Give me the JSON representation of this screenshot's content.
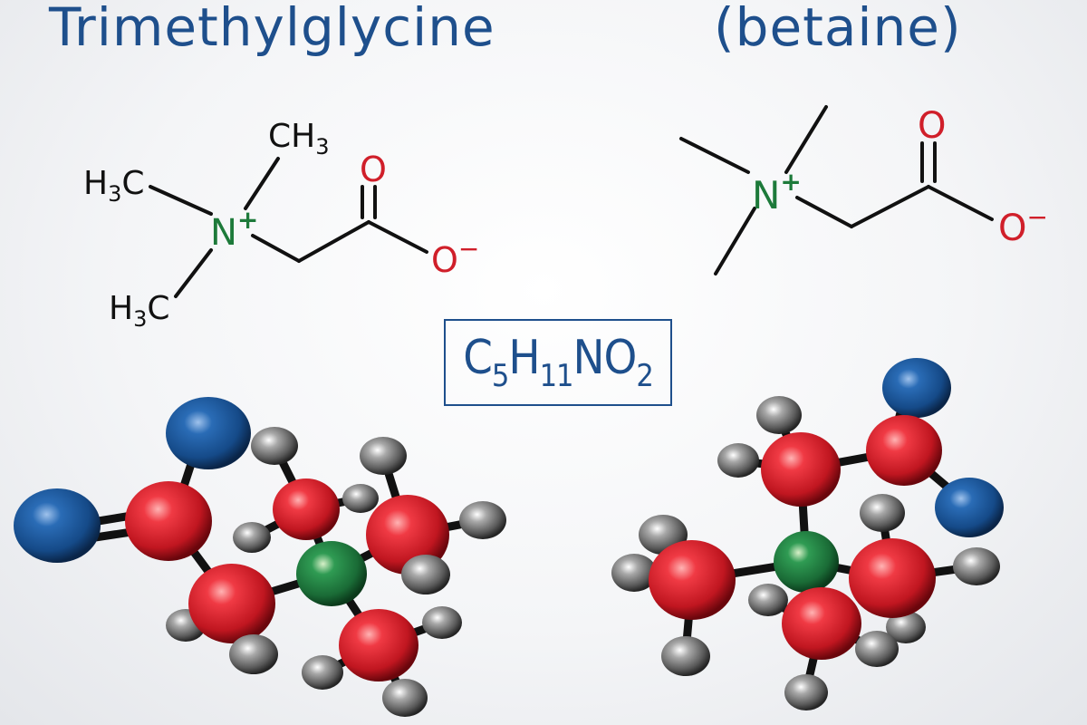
{
  "titles": {
    "left": "Trimethylglycine",
    "right": "(betaine)"
  },
  "formula": {
    "parts": [
      {
        "text": "C",
        "sub": "5"
      },
      {
        "text": "H",
        "sub": "11"
      },
      {
        "text": "NO",
        "sub": "2"
      }
    ]
  },
  "skeletal_left": {
    "methyl_top": {
      "main": "CH",
      "sub": "3"
    },
    "methyl_left": {
      "prefix": "H",
      "sub": "3",
      "main": "C"
    },
    "methyl_bottom": {
      "prefix": "H",
      "sub": "3",
      "main": "C"
    },
    "nitrogen": {
      "symbol": "N",
      "charge": "+"
    },
    "oxygen_double": {
      "symbol": "O"
    },
    "oxygen_single": {
      "symbol": "O",
      "charge": "−"
    }
  },
  "skeletal_right": {
    "nitrogen": {
      "symbol": "N",
      "charge": "+"
    },
    "oxygen_double": {
      "symbol": "O"
    },
    "oxygen_single": {
      "symbol": "O",
      "charge": "−"
    }
  },
  "colors": {
    "title": "#1e4f8c",
    "nitrogen": "#1d7a3a",
    "oxygen_label": "#d01f2a",
    "carbon_atom": "#d8232e",
    "oxygen_atom": "#1f5aa0",
    "nitrogen_atom": "#1f8a45",
    "hydrogen_atom": "#8a8a8a",
    "bond": "#111111"
  }
}
